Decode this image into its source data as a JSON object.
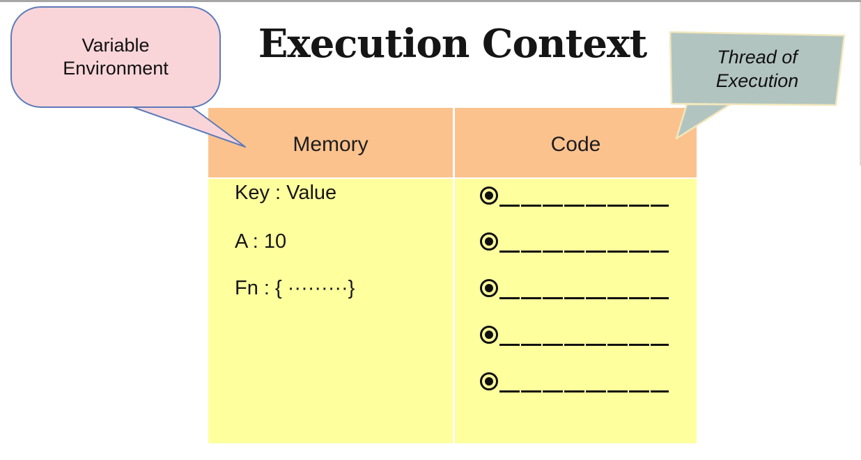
{
  "title": "Execution Context",
  "callout_left": {
    "line1": "Variable",
    "line2": "Environment"
  },
  "callout_right": {
    "line1": "Thread of",
    "line2": "Execution"
  },
  "table": {
    "header_memory": "Memory",
    "header_code": "Code",
    "memory_rows": [
      "Key : Value",
      "A : 10",
      "Fn : { ·········}"
    ],
    "code_row_count": 5
  },
  "colors": {
    "table_header_bg": "#fbc28e",
    "table_body_bg": "#feff9d",
    "callout_left_fill": "#f9d5d9",
    "callout_left_border": "#5c7ab8",
    "callout_right_fill": "#b2c4c0",
    "callout_right_border": "#f1e7bd",
    "frame_line": "#a6a6a6"
  }
}
